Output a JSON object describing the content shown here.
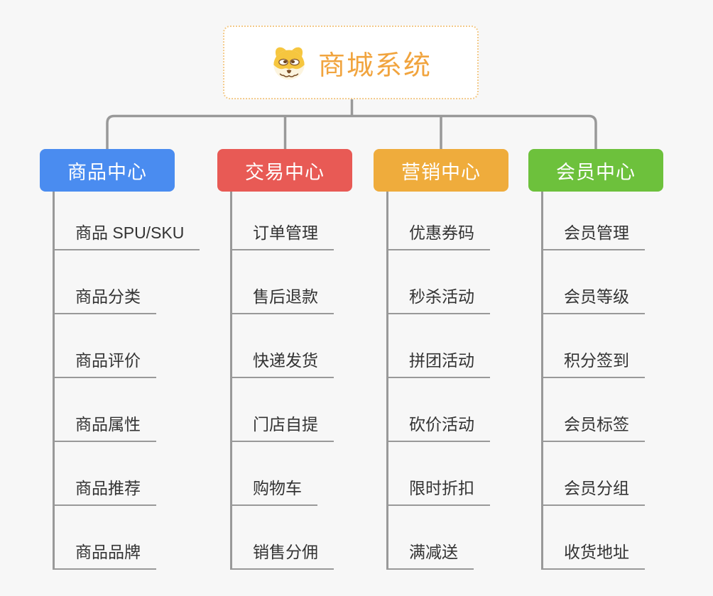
{
  "root": {
    "title": "商城系统",
    "icon": "dog-face-icon"
  },
  "branches": [
    {
      "label": "商品中心",
      "color": "#4a8cf0",
      "children": [
        "商品 SPU/SKU",
        "商品分类",
        "商品评价",
        "商品属性",
        "商品推荐",
        "商品品牌"
      ]
    },
    {
      "label": "交易中心",
      "color": "#e85a55",
      "children": [
        "订单管理",
        "售后退款",
        "快递发货",
        "门店自提",
        "购物车",
        "销售分佣"
      ]
    },
    {
      "label": "营销中心",
      "color": "#efac3c",
      "children": [
        "优惠券码",
        "秒杀活动",
        "拼团活动",
        "砍价活动",
        "限时折扣",
        "满减送"
      ]
    },
    {
      "label": "会员中心",
      "color": "#6dc13c",
      "children": [
        "会员管理",
        "会员等级",
        "积分签到",
        "会员标签",
        "会员分组",
        "收货地址"
      ]
    }
  ],
  "style": {
    "background": "#f7f7f7",
    "line_color": "#999999",
    "root_text_color": "#f1a43e",
    "root_border_color": "#f3ca8a",
    "item_text_color": "#333333"
  }
}
